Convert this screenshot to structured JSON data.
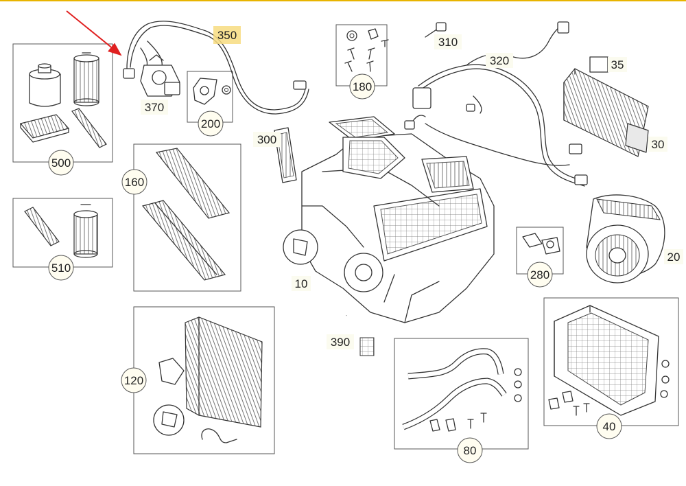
{
  "diagram": {
    "title": "Heating / air conditioning unit parts diagram",
    "highlighted_part": "350",
    "accent_colors": {
      "top_border": "#e8b400",
      "arrow": "#e02020",
      "highlight": "#f7dc80"
    },
    "boxed_groups": [
      {
        "id": "500",
        "label": "500"
      },
      {
        "id": "510",
        "label": "510"
      },
      {
        "id": "200",
        "label": "200"
      },
      {
        "id": "180",
        "label": "180"
      },
      {
        "id": "160",
        "label": "160"
      },
      {
        "id": "280",
        "label": "280"
      },
      {
        "id": "120",
        "label": "120"
      },
      {
        "id": "80",
        "label": "80"
      },
      {
        "id": "40",
        "label": "40"
      }
    ],
    "part_labels": [
      {
        "id": "350",
        "label": "350"
      },
      {
        "id": "370",
        "label": "370"
      },
      {
        "id": "310",
        "label": "310"
      },
      {
        "id": "320",
        "label": "320"
      },
      {
        "id": "35",
        "label": "35"
      },
      {
        "id": "30",
        "label": "30"
      },
      {
        "id": "300",
        "label": "300"
      },
      {
        "id": "10",
        "label": "10"
      },
      {
        "id": "20",
        "label": "20"
      },
      {
        "id": "390",
        "label": "390"
      }
    ]
  }
}
